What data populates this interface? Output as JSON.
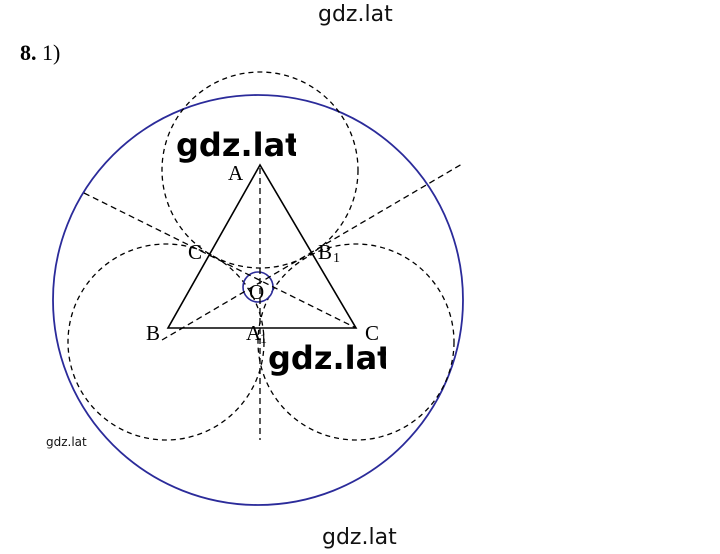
{
  "watermarks": {
    "top": "gdz.lat",
    "bottom": "gdz.lat",
    "small": "gdz.lat",
    "bold_1": "gdz.lat",
    "bold_2": "gdz.lat"
  },
  "problem": {
    "number": "8.",
    "part": "1)"
  },
  "figure": {
    "labels": {
      "A": "A",
      "B": "B",
      "C": "C",
      "O": "O",
      "A1_base": "A",
      "A1_sub": "1",
      "B1_base": "B",
      "B1_sub": "1",
      "C1_base": "C"
    },
    "colors": {
      "outer_circle": "#2b2b9a",
      "small_circle": "#2b2b9a",
      "lines": "#000000"
    }
  }
}
